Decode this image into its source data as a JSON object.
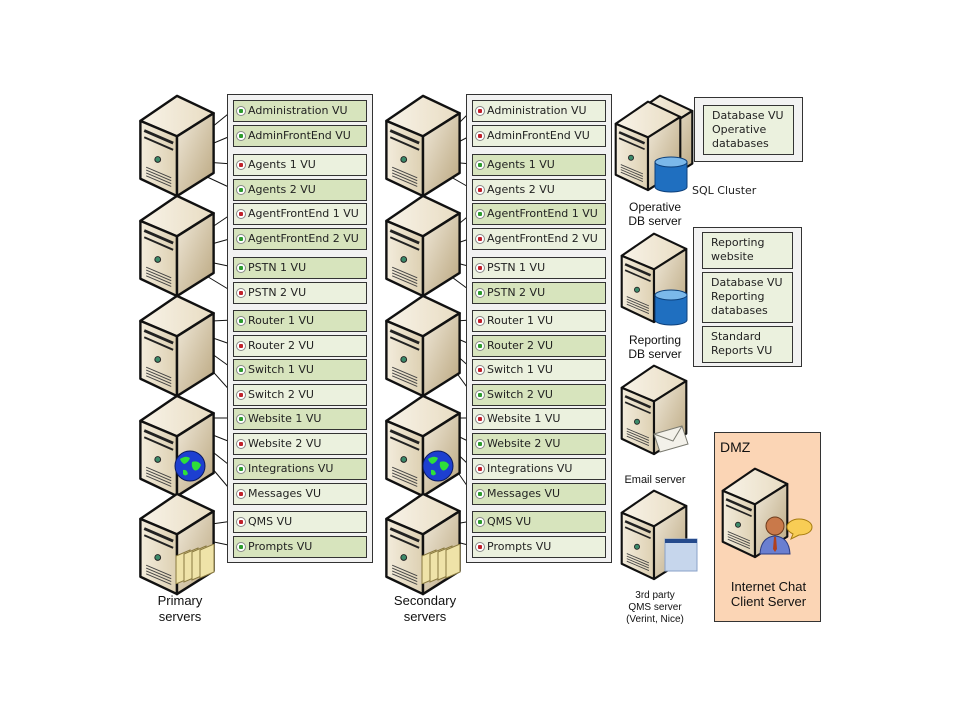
{
  "primary": {
    "label_line1": "Primary",
    "label_line2": "servers",
    "items": [
      {
        "label": "Administration VU",
        "status": "ok",
        "shade": "dark"
      },
      {
        "label": "AdminFrontEnd VU",
        "status": "ok",
        "shade": "dark"
      },
      {
        "label": "Agents 1 VU",
        "status": "err",
        "shade": "light"
      },
      {
        "label": "Agents 2 VU",
        "status": "ok",
        "shade": "dark"
      },
      {
        "label": "AgentFrontEnd 1 VU",
        "status": "err",
        "shade": "light"
      },
      {
        "label": "AgentFrontEnd 2 VU",
        "status": "ok",
        "shade": "dark"
      },
      {
        "label": "PSTN 1 VU",
        "status": "ok",
        "shade": "dark"
      },
      {
        "label": "PSTN 2 VU",
        "status": "err",
        "shade": "light"
      },
      {
        "label": "Router 1 VU",
        "status": "ok",
        "shade": "dark"
      },
      {
        "label": "Router 2 VU",
        "status": "err",
        "shade": "light"
      },
      {
        "label": "Switch 1 VU",
        "status": "ok",
        "shade": "dark"
      },
      {
        "label": "Switch 2 VU",
        "status": "err",
        "shade": "light"
      },
      {
        "label": "Website 1 VU",
        "status": "ok",
        "shade": "dark"
      },
      {
        "label": "Website 2 VU",
        "status": "err",
        "shade": "light"
      },
      {
        "label": "Integrations VU",
        "status": "ok",
        "shade": "dark"
      },
      {
        "label": "Messages VU",
        "status": "err",
        "shade": "light"
      },
      {
        "label": "QMS VU",
        "status": "err",
        "shade": "light"
      },
      {
        "label": "Prompts VU",
        "status": "ok",
        "shade": "dark"
      }
    ]
  },
  "secondary": {
    "label_line1": "Secondary",
    "label_line2": "servers",
    "items": [
      {
        "label": "Administration VU",
        "status": "err",
        "shade": "light"
      },
      {
        "label": "AdminFrontEnd VU",
        "status": "err",
        "shade": "light"
      },
      {
        "label": "Agents 1 VU",
        "status": "ok",
        "shade": "dark"
      },
      {
        "label": "Agents 2 VU",
        "status": "err",
        "shade": "light"
      },
      {
        "label": "AgentFrontEnd 1 VU",
        "status": "ok",
        "shade": "dark"
      },
      {
        "label": "AgentFrontEnd 2 VU",
        "status": "err",
        "shade": "light"
      },
      {
        "label": "PSTN 1 VU",
        "status": "err",
        "shade": "light"
      },
      {
        "label": "PSTN 2 VU",
        "status": "ok",
        "shade": "dark"
      },
      {
        "label": "Router 1 VU",
        "status": "err",
        "shade": "light"
      },
      {
        "label": "Router 2 VU",
        "status": "ok",
        "shade": "dark"
      },
      {
        "label": "Switch 1 VU",
        "status": "err",
        "shade": "light"
      },
      {
        "label": "Switch 2 VU",
        "status": "ok",
        "shade": "dark"
      },
      {
        "label": "Website 1 VU",
        "status": "err",
        "shade": "light"
      },
      {
        "label": "Website 2 VU",
        "status": "ok",
        "shade": "dark"
      },
      {
        "label": "Integrations VU",
        "status": "err",
        "shade": "light"
      },
      {
        "label": "Messages VU",
        "status": "ok",
        "shade": "dark"
      },
      {
        "label": "QMS VU",
        "status": "ok",
        "shade": "dark"
      },
      {
        "label": "Prompts VU",
        "status": "err",
        "shade": "light"
      }
    ]
  },
  "operative_db": {
    "label_line1": "Operative",
    "label_line2": "DB server",
    "cluster_label": "SQL Cluster",
    "box_lines": [
      "Database VU",
      "Operative",
      "databases"
    ]
  },
  "reporting_db": {
    "label_line1": "Reporting",
    "label_line2": "DB server",
    "boxes": [
      {
        "lines": [
          "Reporting",
          "website"
        ]
      },
      {
        "lines": [
          "Database VU",
          "Reporting",
          "databases"
        ]
      },
      {
        "lines": [
          "Standard",
          "Reports VU"
        ]
      }
    ]
  },
  "email_server": {
    "label": "Email server"
  },
  "qms_server": {
    "label_line1": "3rd party",
    "label_line2": "QMS server",
    "label_line3": "(Verint, Nice)"
  },
  "dmz": {
    "title": "DMZ",
    "label_line1": "Internet Chat",
    "label_line2": "Client Server",
    "bg_color": "#fbd5b5"
  },
  "colors": {
    "vu_dark": "#d7e4bd",
    "vu_light": "#ebf1de",
    "status_ok": "#2e9b2e",
    "status_err": "#c0202a"
  }
}
